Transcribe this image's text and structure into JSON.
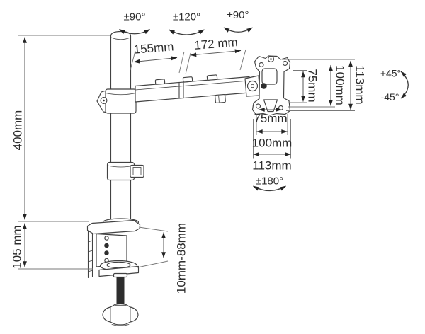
{
  "dimension_labels": {
    "pole_height": "400mm",
    "clamp_height": "105 mm",
    "arm_segment_inner": "155mm",
    "arm_segment_outer": "172 mm",
    "vesa_height_75": "75mm",
    "vesa_height_100": "100mm",
    "vesa_height_113": "113mm",
    "vesa_width_75": "75mm",
    "vesa_width_100": "100mm",
    "vesa_width_113": "113mm",
    "desk_thickness_range": "10mm-88mm"
  },
  "angle_labels": {
    "pole_swivel": "±90°",
    "arm_swivel": "±120°",
    "head_swivel": "±90°",
    "tilt_up": "+45°",
    "tilt_down": "-45°",
    "screen_rotation": "±180°"
  },
  "colors": {
    "line": "#424242",
    "text": "#2b2b2b",
    "rod": "#2d2d2d",
    "background": "#ffffff"
  }
}
